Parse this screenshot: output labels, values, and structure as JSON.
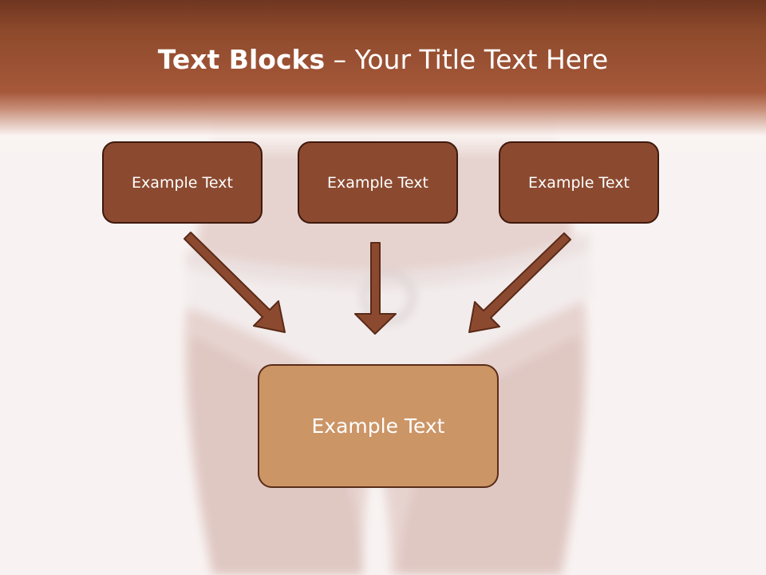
{
  "title": {
    "bold": "Text Blocks",
    "dash": " – ",
    "rest": "Your Title Text Here"
  },
  "boxes": [
    {
      "label": "Example Text"
    },
    {
      "label": "Example Text"
    },
    {
      "label": "Example Text"
    }
  ],
  "target": {
    "label": "Example Text"
  },
  "colors": {
    "header": "#8e4a2c",
    "box_fill": "#8b4a30",
    "box_border": "#3e1a0e",
    "target_fill": "#cc9566",
    "arrow": "#8b4a30"
  }
}
